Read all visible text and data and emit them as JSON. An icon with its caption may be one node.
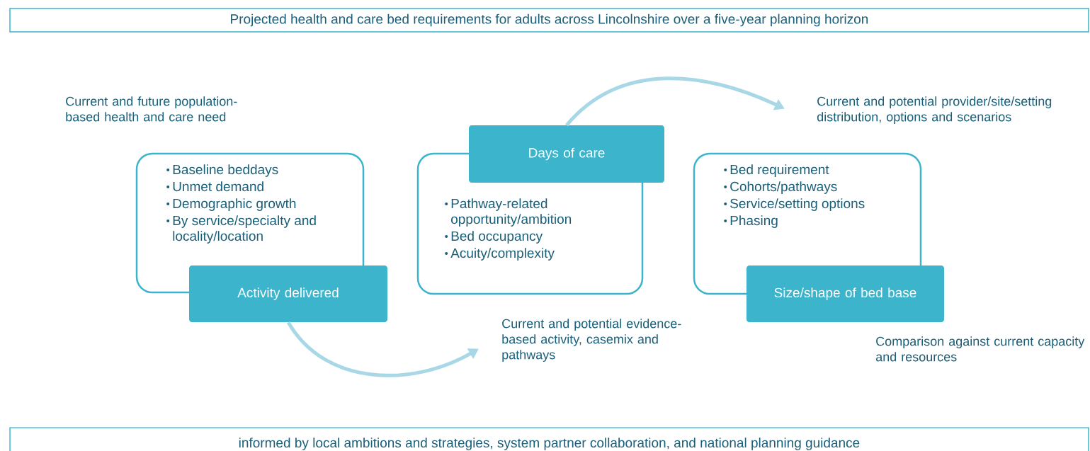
{
  "diagram": {
    "nodes": [
      {
        "text": [
          "Projected health and care bed requirements for adults across Lincolnshire over a five-year planning horizon"
        ]
      },
      {
        "text": [
          "Baseline beddays",
          "Unmet demand",
          "Demographic growth",
          "By service/specialty and locality/location"
        ]
      },
      {
        "text": [
          "Activity delivered"
        ]
      },
      {
        "text": [
          "Pathway-related opportunity/ambition",
          "Bed occupancy",
          "Acuity/complexity"
        ]
      },
      {
        "text": [
          "Days of care"
        ]
      },
      {
        "text": [
          "Bed requirement",
          "Cohorts/pathways",
          "Service/setting options",
          "Phasing"
        ]
      },
      {
        "text": [
          "Size/shape of bed base"
        ]
      },
      {
        "text": [
          "Current and potential evidence-based activity, casemix and pathways"
        ]
      },
      {
        "text": [
          "Current and potential provider/site/setting distribution, options and scenarios"
        ]
      },
      {
        "text": [
          "informed by local ambitions and strategies, system partner collaboration, and national planning guidance"
        ]
      }
    ],
    "edges": [
      {
        "from": 2,
        "to": 7,
        "arrow": "to"
      },
      {
        "from": 4,
        "to": 8,
        "arrow": "to"
      }
    ],
    "labels": [
      "Current and future population-based health and care need",
      "Comparison against current capacity and resources"
    ]
  }
}
